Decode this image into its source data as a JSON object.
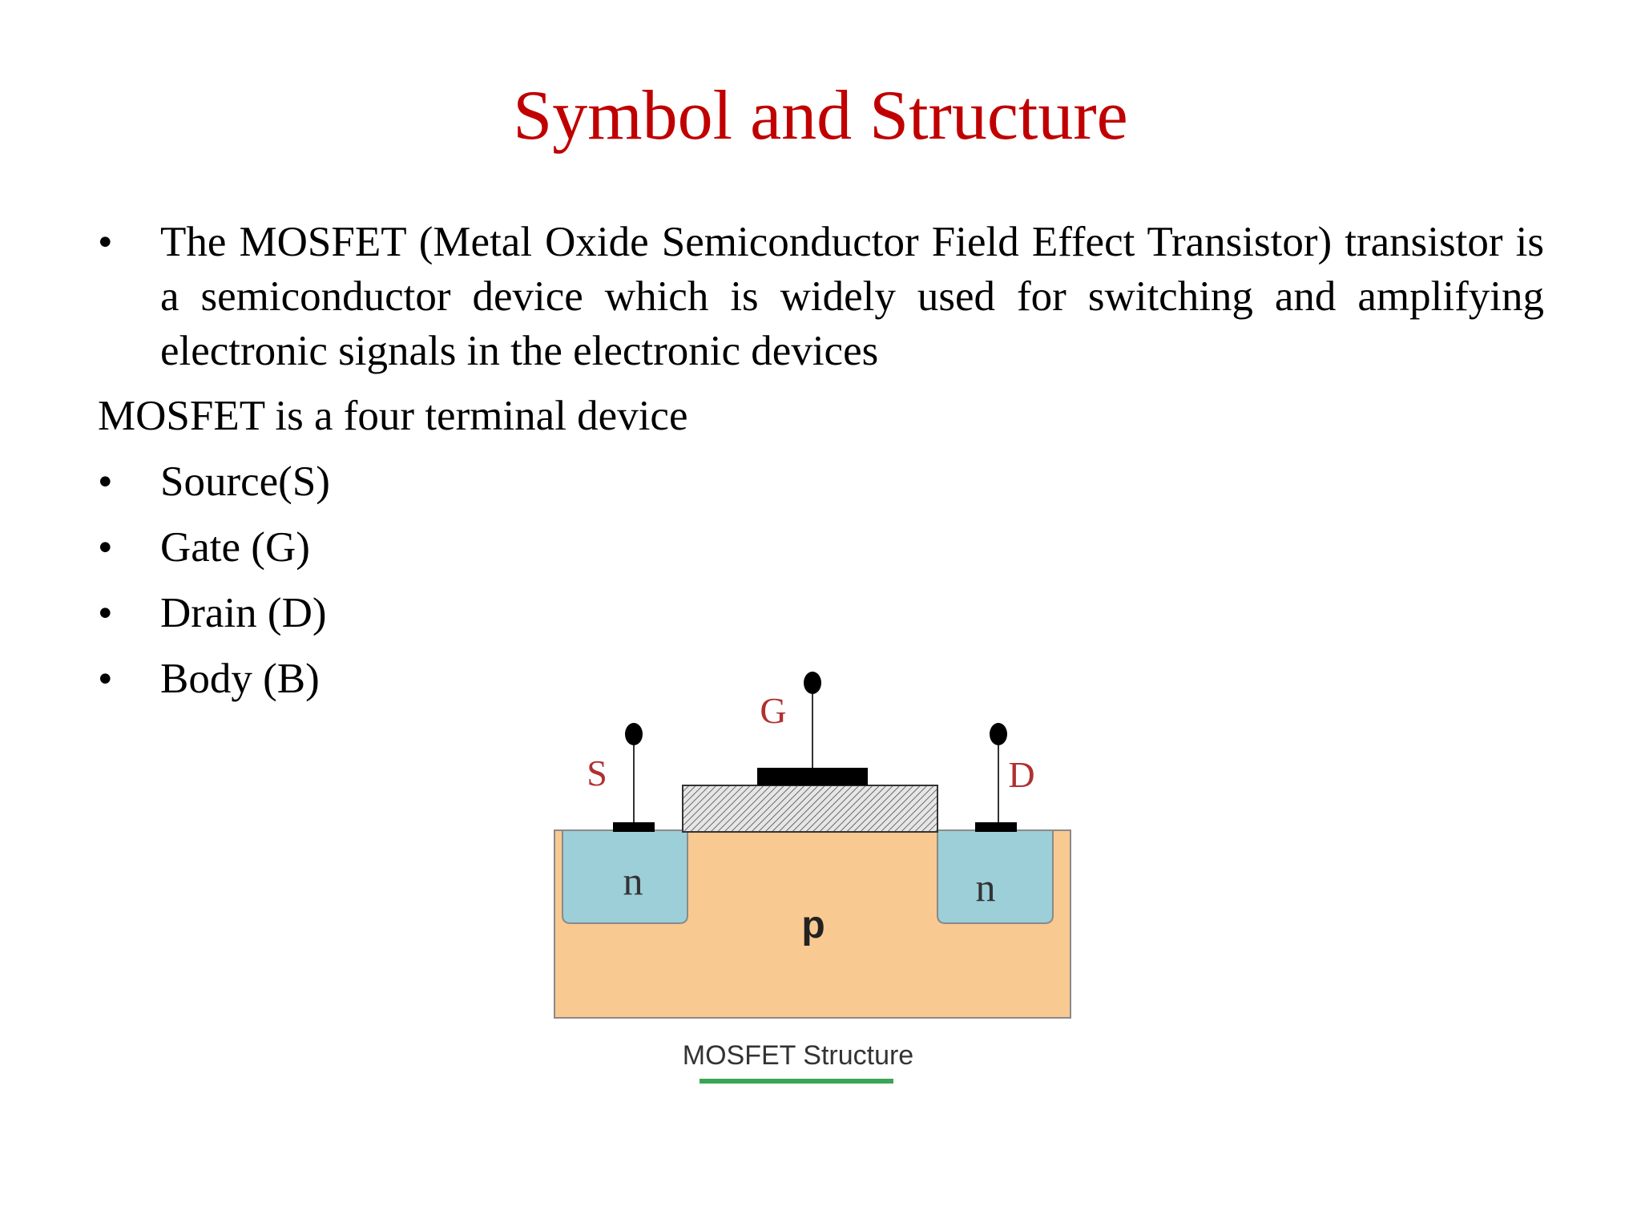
{
  "title": "Symbol and Structure",
  "colors": {
    "title": "#c00000",
    "p_substrate": "#f9c992",
    "n_region": "#9dcfd8",
    "terminal_label": "#b03030",
    "caption_underline": "#3aa655"
  },
  "intro_bullet": "The MOSFET (Metal Oxide Semiconductor Field Effect Transistor) transistor is a semiconductor device which is widely used for switching and amplifying electronic signals in the electronic devices",
  "terminal_heading": "MOSFET is a four terminal device",
  "terminals": [
    "Source(S)",
    "Gate (G)",
    "Drain (D)",
    "Body (B)"
  ],
  "bullet_glyph": "•",
  "diagram": {
    "label_source": "S",
    "label_gate": "G",
    "label_drain": "D",
    "label_n_left": "n",
    "label_n_right": "n",
    "label_p": "p",
    "caption": "MOSFET Structure"
  }
}
